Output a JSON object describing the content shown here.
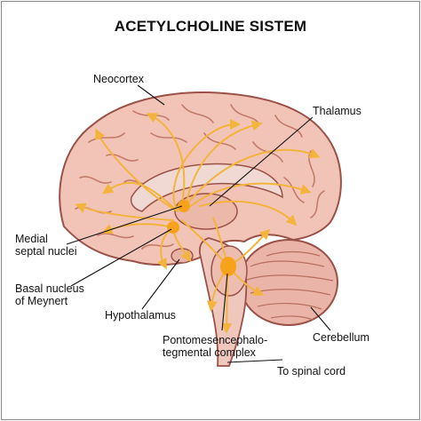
{
  "title": "ACETYLCHOLINE SISTEM",
  "labels": {
    "neocortex": "Neocortex",
    "thalamus": "Thalamus",
    "medial_septal_nuclei_line1": "Medial",
    "medial_septal_nuclei_line2": "septal nuclei",
    "basal_nucleus_line1": "Basal nucleus",
    "basal_nucleus_line2": "of Meynert",
    "hypothalamus": "Hypothalamus",
    "pontomesencephalo_line1": "Pontomesencephalo-",
    "pontomesencephalo_line2": "tegmental complex",
    "cerebellum": "Cerebellum",
    "spinal_cord": "To spinal cord"
  },
  "colors": {
    "brain_fill": "#f2c4b8",
    "brain_gyri": "#e9ad9d",
    "brain_outline": "#9a5147",
    "pathway": "#f3b43c",
    "nucleus": "#f7a21b"
  }
}
